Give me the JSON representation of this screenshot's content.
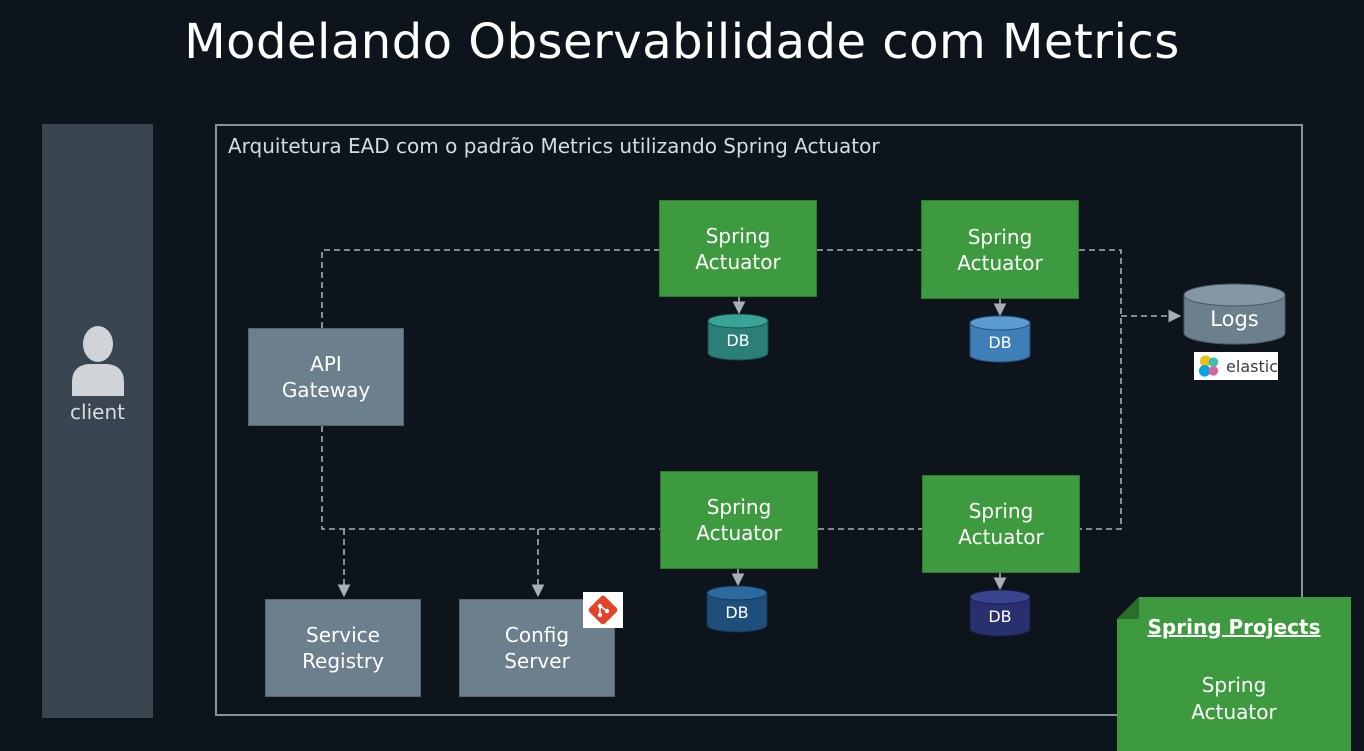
{
  "title": "Modelando Observabilidade com Metrics",
  "client": {
    "label": "client",
    "icon": "user-icon"
  },
  "frame": {
    "label": "Arquitetura EAD com o padrão Metrics utilizando Spring Actuator"
  },
  "nodes": {
    "api_gateway": {
      "line1": "API",
      "line2": "Gateway"
    },
    "service_registry": {
      "line1": "Service",
      "line2": "Registry"
    },
    "config_server": {
      "line1": "Config",
      "line2": "Server"
    },
    "actuator_top_1": {
      "line1": "Spring",
      "line2": "Actuator"
    },
    "actuator_top_2": {
      "line1": "Spring",
      "line2": "Actuator"
    },
    "actuator_bottom_1": {
      "line1": "Spring",
      "line2": "Actuator"
    },
    "actuator_bottom_2": {
      "line1": "Spring",
      "line2": "Actuator"
    }
  },
  "databases": {
    "db_top_1": {
      "label": "DB",
      "color": "#2a7f77"
    },
    "db_top_2": {
      "label": "DB",
      "color": "#3f7fb8"
    },
    "db_bottom_1": {
      "label": "DB",
      "color": "#1d4f7a"
    },
    "db_bottom_2": {
      "label": "DB",
      "color": "#28306e"
    }
  },
  "logs": {
    "label": "Logs",
    "badge": "elastic"
  },
  "git_badge": {
    "icon": "git-icon"
  },
  "note": {
    "title": "Spring Projects",
    "line1": "Spring",
    "line2": "Actuator"
  },
  "colors": {
    "background": "#0d141c",
    "green": "#3e9a3e",
    "slate": "#6c7f8d",
    "client_bar": "#3a4552",
    "git": "#e24329"
  }
}
